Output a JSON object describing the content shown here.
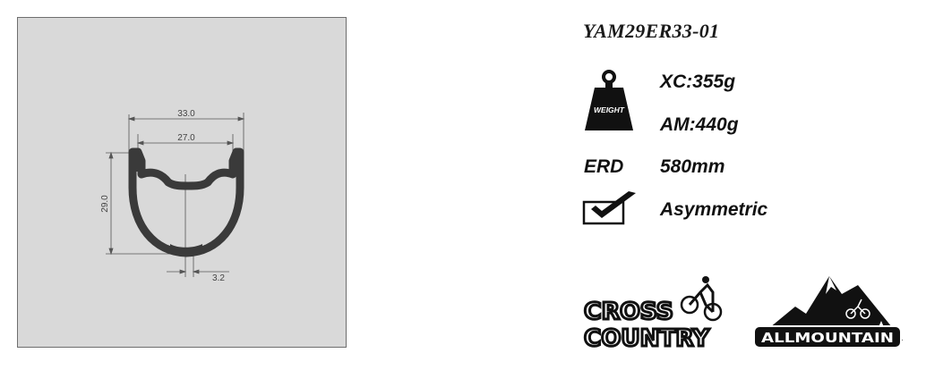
{
  "model": {
    "code": "YAM29ER33-01"
  },
  "drawing": {
    "outer_width": "33.0",
    "inner_width": "27.0",
    "height": "29.0",
    "offset": "3.2"
  },
  "specs": {
    "weight_icon_label": "WEIGHT",
    "weight_xc": "XC:355g",
    "weight_am": "AM:440g",
    "erd_label": "ERD",
    "erd_value": "580mm",
    "profile": "Asymmetric"
  },
  "logos": {
    "cross_country_line1": "CROSS",
    "cross_country_line2": "COUNTRY",
    "all_mountain": "ALLMOUNTAIN"
  },
  "icons": [
    "weight-icon",
    "checkmark-icon",
    "cyclist-icon",
    "mountain-icon"
  ],
  "colors": {
    "panel_bg": "#d9d9d9",
    "profile": "#3c3c3c",
    "text": "#111111"
  }
}
